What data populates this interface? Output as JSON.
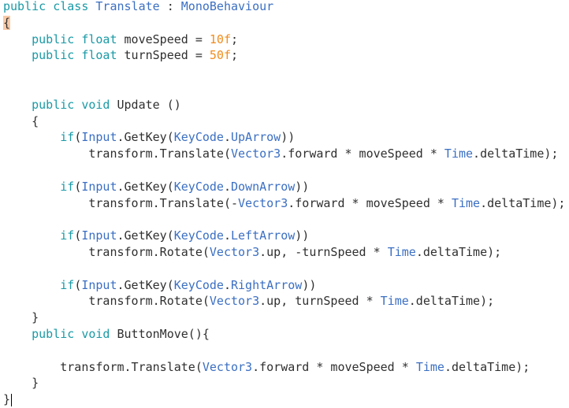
{
  "editor": {
    "colors": {
      "keyword": "#1a9aa6",
      "type": "#3b6fc2",
      "number": "#f28c1c",
      "plain": "#2f2f2f",
      "brace_highlight": "#f9c9a6"
    },
    "lines": [
      [
        [
          "kw",
          "public"
        ],
        [
          "pl",
          " "
        ],
        [
          "kw",
          "class"
        ],
        [
          "pl",
          " "
        ],
        [
          "ty",
          "Translate"
        ],
        [
          "pl",
          " : "
        ],
        [
          "ty",
          "MonoBehaviour"
        ]
      ],
      [
        [
          "hl",
          "{"
        ]
      ],
      [
        [
          "pl",
          "    "
        ],
        [
          "kw",
          "public"
        ],
        [
          "pl",
          " "
        ],
        [
          "kw",
          "float"
        ],
        [
          "pl",
          " moveSpeed = "
        ],
        [
          "num",
          "10f"
        ],
        [
          "pl",
          ";"
        ]
      ],
      [
        [
          "pl",
          "    "
        ],
        [
          "kw",
          "public"
        ],
        [
          "pl",
          " "
        ],
        [
          "kw",
          "float"
        ],
        [
          "pl",
          " turnSpeed = "
        ],
        [
          "num",
          "50f"
        ],
        [
          "pl",
          ";"
        ]
      ],
      [],
      [],
      [
        [
          "pl",
          "    "
        ],
        [
          "kw",
          "public"
        ],
        [
          "pl",
          " "
        ],
        [
          "kw",
          "void"
        ],
        [
          "pl",
          " Update ()"
        ]
      ],
      [
        [
          "pl",
          "    {"
        ]
      ],
      [
        [
          "pl",
          "        "
        ],
        [
          "kw",
          "if"
        ],
        [
          "pl",
          "("
        ],
        [
          "ty",
          "Input"
        ],
        [
          "pl",
          ".GetKey("
        ],
        [
          "ty",
          "KeyCode"
        ],
        [
          "pl",
          "."
        ],
        [
          "ty",
          "UpArrow"
        ],
        [
          "pl",
          "))"
        ]
      ],
      [
        [
          "pl",
          "            transform.Translate("
        ],
        [
          "ty",
          "Vector3"
        ],
        [
          "pl",
          ".forward * moveSpeed * "
        ],
        [
          "ty",
          "Time"
        ],
        [
          "pl",
          ".deltaTime);"
        ]
      ],
      [],
      [
        [
          "pl",
          "        "
        ],
        [
          "kw",
          "if"
        ],
        [
          "pl",
          "("
        ],
        [
          "ty",
          "Input"
        ],
        [
          "pl",
          ".GetKey("
        ],
        [
          "ty",
          "KeyCode"
        ],
        [
          "pl",
          "."
        ],
        [
          "ty",
          "DownArrow"
        ],
        [
          "pl",
          "))"
        ]
      ],
      [
        [
          "pl",
          "            transform.Translate(-"
        ],
        [
          "ty",
          "Vector3"
        ],
        [
          "pl",
          ".forward * moveSpeed * "
        ],
        [
          "ty",
          "Time"
        ],
        [
          "pl",
          ".deltaTime);"
        ]
      ],
      [],
      [
        [
          "pl",
          "        "
        ],
        [
          "kw",
          "if"
        ],
        [
          "pl",
          "("
        ],
        [
          "ty",
          "Input"
        ],
        [
          "pl",
          ".GetKey("
        ],
        [
          "ty",
          "KeyCode"
        ],
        [
          "pl",
          "."
        ],
        [
          "ty",
          "LeftArrow"
        ],
        [
          "pl",
          "))"
        ]
      ],
      [
        [
          "pl",
          "            transform.Rotate("
        ],
        [
          "ty",
          "Vector3"
        ],
        [
          "pl",
          ".up, -turnSpeed * "
        ],
        [
          "ty",
          "Time"
        ],
        [
          "pl",
          ".deltaTime);"
        ]
      ],
      [],
      [
        [
          "pl",
          "        "
        ],
        [
          "kw",
          "if"
        ],
        [
          "pl",
          "("
        ],
        [
          "ty",
          "Input"
        ],
        [
          "pl",
          ".GetKey("
        ],
        [
          "ty",
          "KeyCode"
        ],
        [
          "pl",
          "."
        ],
        [
          "ty",
          "RightArrow"
        ],
        [
          "pl",
          "))"
        ]
      ],
      [
        [
          "pl",
          "            transform.Rotate("
        ],
        [
          "ty",
          "Vector3"
        ],
        [
          "pl",
          ".up, turnSpeed * "
        ],
        [
          "ty",
          "Time"
        ],
        [
          "pl",
          ".deltaTime);"
        ]
      ],
      [
        [
          "pl",
          "    }"
        ]
      ],
      [
        [
          "pl",
          "    "
        ],
        [
          "kw",
          "public"
        ],
        [
          "pl",
          " "
        ],
        [
          "kw",
          "void"
        ],
        [
          "pl",
          " ButtonMove(){"
        ]
      ],
      [],
      [
        [
          "pl",
          "        transform.Translate("
        ],
        [
          "ty",
          "Vector3"
        ],
        [
          "pl",
          ".forward * moveSpeed * "
        ],
        [
          "ty",
          "Time"
        ],
        [
          "pl",
          ".deltaTime);"
        ]
      ],
      [
        [
          "pl",
          "    }"
        ]
      ],
      [
        [
          "pl",
          "}"
        ],
        [
          "caret",
          ""
        ]
      ]
    ]
  }
}
